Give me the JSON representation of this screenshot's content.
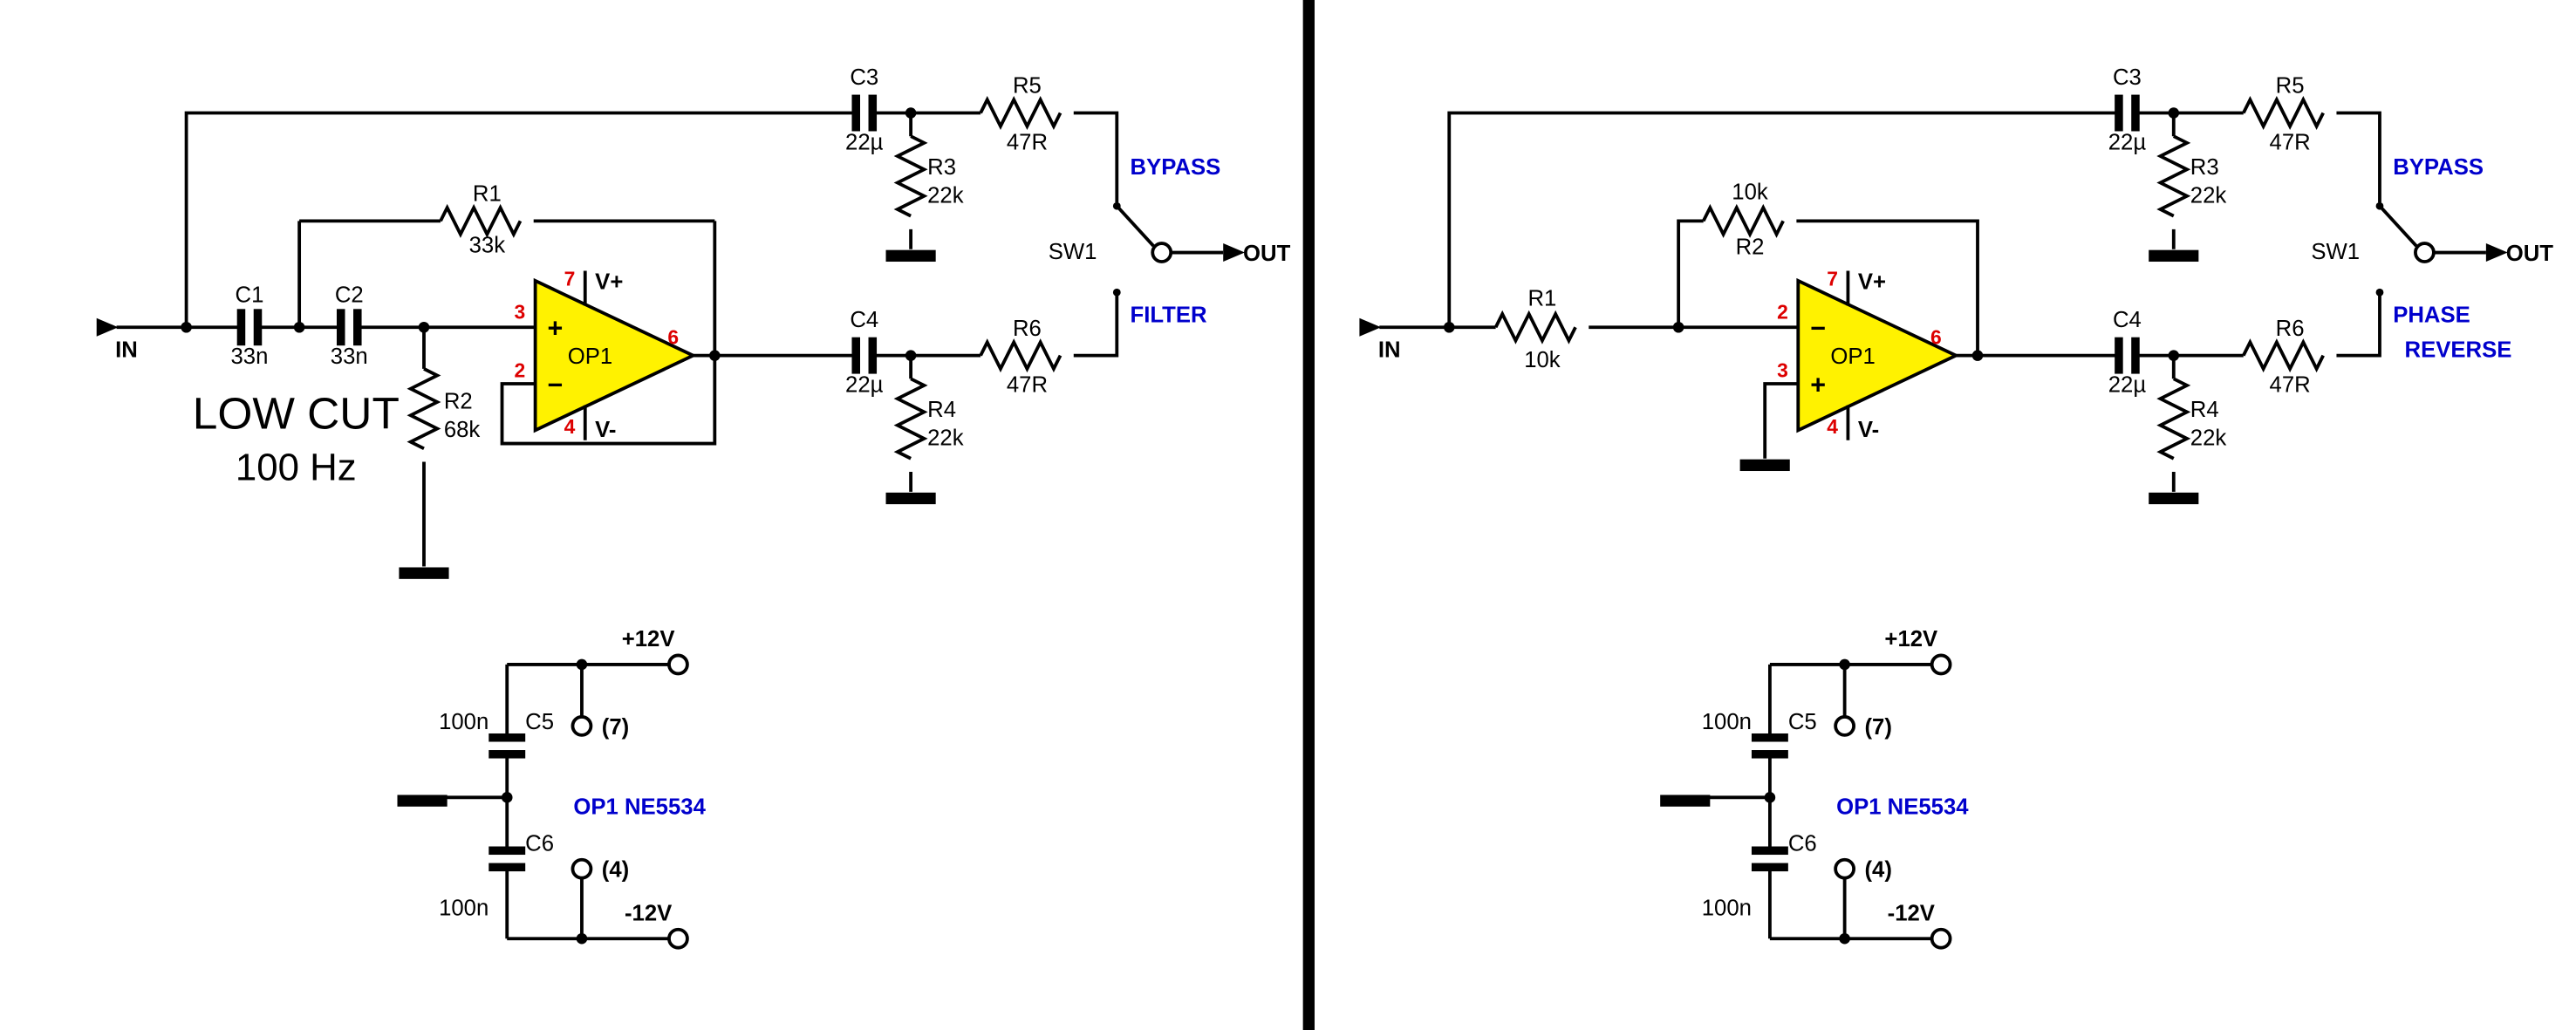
{
  "colors": {
    "wire": "#000000",
    "blue": "#0000CC",
    "red": "#DD0000",
    "yellow": "#FFF200",
    "bg": "#FFFFFF"
  },
  "left": {
    "in_label": "IN",
    "out_label": "OUT",
    "sw_label": "SW1",
    "bypass_label": "BYPASS",
    "filter_label": "FILTER",
    "title_line1": "LOW CUT",
    "title_line2": "100 Hz",
    "c1_name": "C1",
    "c1_value": "33n",
    "c2_name": "C2",
    "c2_value": "33n",
    "r1_name": "R1",
    "r1_value": "33k",
    "r2_name": "R2",
    "r2_value": "68k",
    "c3_name": "C3",
    "c3_value": "22µ",
    "c4_name": "C4",
    "c4_value": "22µ",
    "r3_name": "R3",
    "r3_value": "22k",
    "r4_name": "R4",
    "r4_value": "22k",
    "r5_name": "R5",
    "r5_value": "47R",
    "r6_name": "R6",
    "r6_value": "47R",
    "oa_label": "OP1",
    "oa_sign_top": "+",
    "oa_sign_bottom": "−",
    "oa_pin_in_top": "3",
    "oa_pin_in_bottom": "2",
    "oa_pin_vplus": "7",
    "oa_pin_vminus": "4",
    "oa_pin_out": "6",
    "oa_vplus": "V+",
    "oa_vminus": "V-",
    "psu_vpos": "+12V",
    "psu_vneg": "-12V",
    "psu_pin_top": "(7)",
    "psu_pin_bottom": "(4)",
    "psu_c5_name": "C5",
    "psu_c5_value": "100n",
    "psu_c6_name": "C6",
    "psu_c6_value": "100n",
    "psu_ic_label": "OP1  NE5534"
  },
  "right": {
    "in_label": "IN",
    "out_label": "OUT",
    "sw_label": "SW1",
    "bypass_label": "BYPASS",
    "phase_label1": "PHASE",
    "phase_label2": "REVERSE",
    "r1_name": "R1",
    "r1_value": "10k",
    "r2_top": "10k",
    "r2_bottom": "R2",
    "c3_name": "C3",
    "c3_value": "22µ",
    "c4_name": "C4",
    "c4_value": "22µ",
    "r3_name": "R3",
    "r3_value": "22k",
    "r4_name": "R4",
    "r4_value": "22k",
    "r5_name": "R5",
    "r5_value": "47R",
    "r6_name": "R6",
    "r6_value": "47R",
    "oa_label": "OP1",
    "oa_sign_top": "−",
    "oa_sign_bottom": "+",
    "oa_pin_in_top": "2",
    "oa_pin_in_bottom": "3",
    "oa_pin_vplus": "7",
    "oa_pin_vminus": "4",
    "oa_pin_out": "6",
    "oa_vplus": "V+",
    "oa_vminus": "V-",
    "psu_vpos": "+12V",
    "psu_vneg": "-12V",
    "psu_pin_top": "(7)",
    "psu_pin_bottom": "(4)",
    "psu_c5_name": "C5",
    "psu_c5_value": "100n",
    "psu_c6_name": "C6",
    "psu_c6_value": "100n",
    "psu_ic_label": "OP1  NE5534"
  }
}
